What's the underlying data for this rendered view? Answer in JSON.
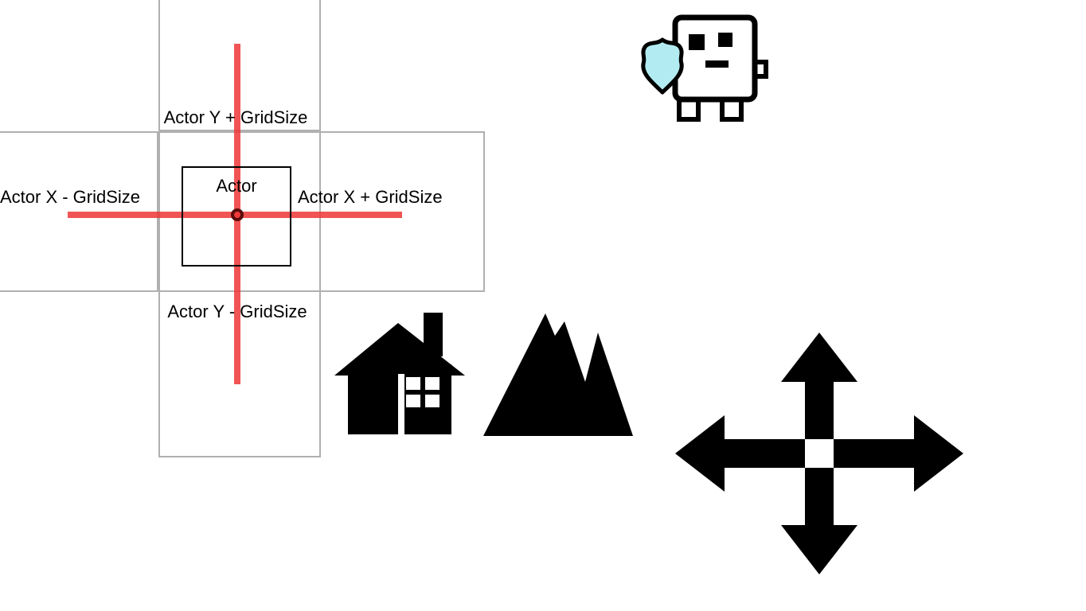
{
  "diagram": {
    "actor_label": "Actor",
    "label_top": "Actor Y + GridSize",
    "label_left": "Actor X - GridSize",
    "label_right": "Actor X + GridSize",
    "label_bottom": "Actor Y - GridSize"
  },
  "icons": {
    "robot": "robot-sprite",
    "house": "house-icon",
    "mountain": "mountain-icon",
    "arrows": "move-arrows-icon"
  },
  "colors": {
    "icon_black": "#000000",
    "outline_black": "#000000",
    "body_white": "#ffffff",
    "shield_fill": "#b2ecf2",
    "cross_red": "#ee3636",
    "grid_gray": "#b0b0b0",
    "ring_maroon": "#5a0c0c",
    "background": "#ffffff"
  }
}
